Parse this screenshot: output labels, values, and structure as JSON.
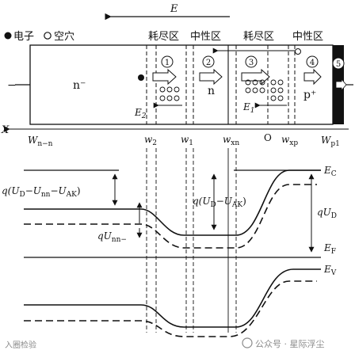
{
  "field_label": "E",
  "legend": {
    "electron": "电子",
    "hole": "空穴"
  },
  "regions": {
    "depletion_left": "耗尽区",
    "neutral_mid": "中性区",
    "depletion_right": "耗尽区",
    "neutral_right": "中性区"
  },
  "doping": {
    "n_minus": "n⁻",
    "n": "n",
    "p_plus": "p⁺",
    "left_terminal": "−"
  },
  "markers": [
    "1",
    "2",
    "3",
    "4",
    "5"
  ],
  "fields": {
    "e2": "E",
    "e2_sub": "2",
    "e1": "E",
    "e1_sub": "1"
  },
  "axis": {
    "label": "X"
  },
  "positions": {
    "w_nn": "W",
    "w_nn_sub": "n−n",
    "w2": "w",
    "w2_sub": "2",
    "w1": "w",
    "w1_sub": "1",
    "wxn": "w",
    "wxn_sub": "xn",
    "origin": "O",
    "wxp": "w",
    "wxp_sub": "xp",
    "wp1": "W",
    "wp1_sub": "p1"
  },
  "bands": {
    "ec": "E",
    "ec_sub": "C",
    "ef": "E",
    "ef_sub": "F",
    "ev": "E",
    "ev_sub": "V"
  },
  "annotations": {
    "left_barrier": "q(U",
    "left_barrier_d": "D",
    "left_barrier_mid": "−U",
    "left_barrier_nn": "nn",
    "left_barrier_end": "−U",
    "left_barrier_ak": "AK",
    "left_barrier_close": ")",
    "mid_barrier": "q(U",
    "mid_barrier_d": "D",
    "mid_barrier_mid": "−U",
    "mid_barrier_ak": "AK",
    "mid_barrier_close": ")",
    "qunn": "qU",
    "qunn_sub": "nn−",
    "qud": "qU",
    "qud_sub": "D"
  },
  "watermark": {
    "left": "入圈检验",
    "right": "公众号 · 星际浮尘"
  }
}
